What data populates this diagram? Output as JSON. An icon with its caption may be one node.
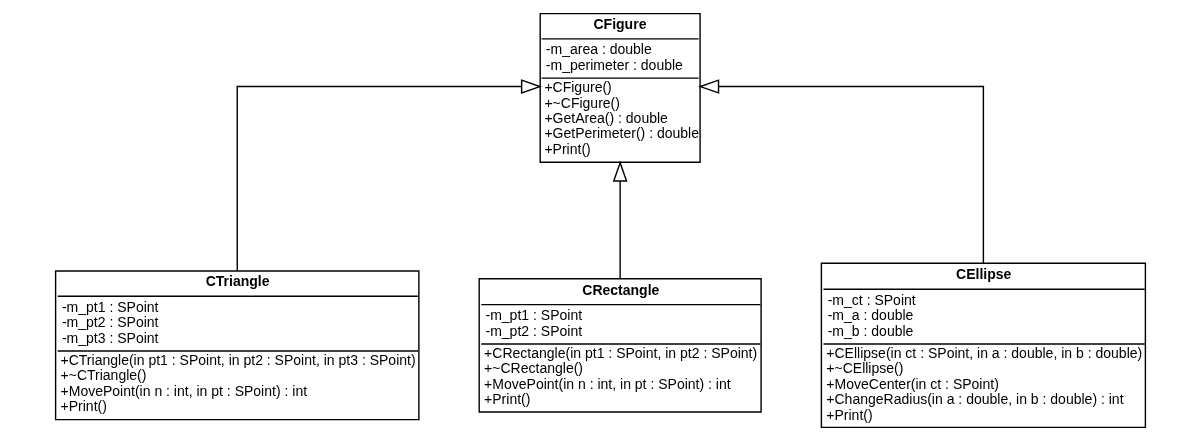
{
  "diagram": {
    "nodes": [
      {
        "text": [
          "CFigure",
          "-m_area : double",
          "-m_perimeter : double",
          "+CFigure()",
          "+~CFigure()",
          "+GetArea() : double",
          "+GetPerimeter() : double",
          "+Print()"
        ]
      },
      {
        "text": [
          "CTriangle",
          "-m_pt1 : SPoint",
          "-m_pt2 : SPoint",
          "-m_pt3 : SPoint",
          "+CTriangle(in pt1 : SPoint, in pt2 : SPoint, in pt3 : SPoint)",
          "+~CTriangle()",
          "+MovePoint(in n : int, in pt : SPoint) : int",
          "+Print()"
        ]
      },
      {
        "text": [
          "CRectangle",
          "-m_pt1 : SPoint",
          "-m_pt2 : SPoint",
          "+CRectangle(in pt1 : SPoint, in pt2 : SPoint)",
          "+~CRectangle()",
          "+MovePoint(in n : int, in pt : SPoint) : int",
          "+Print()"
        ]
      },
      {
        "text": [
          "CEllipse",
          "-m_ct : SPoint",
          "-m_a : double",
          "-m_b : double",
          "+CEllipse(in ct : SPoint, in a : double, in b : double)",
          "+~CEllipse()",
          "+MoveCenter(in ct : SPoint)",
          "+ChangeRadius(in a : double, in b : double) : int",
          "+Print()"
        ]
      }
    ],
    "edges": [
      {
        "from": 1,
        "to": 0,
        "arrow": "to"
      },
      {
        "from": 2,
        "to": 0,
        "arrow": "to"
      },
      {
        "from": 3,
        "to": 0,
        "arrow": "to"
      }
    ]
  }
}
